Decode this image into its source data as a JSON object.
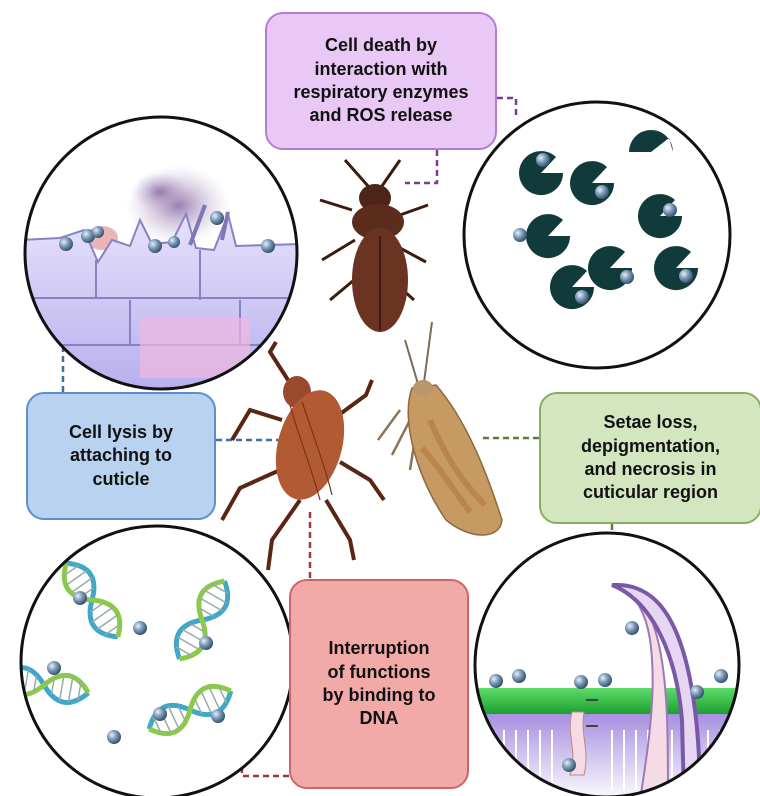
{
  "mechanisms": {
    "top": "Cell death by\ninteraction with\nrespiratory enzymes\nand ROS release",
    "left": "Cell lysis by\nattaching to\ncuticle",
    "right": "Setae loss,\ndepigmentation,\nand necrosis in\ncuticular region",
    "bottom": "Interruption\nof functions\nby binding to\nDNA"
  },
  "colors": {
    "top_fill": "#e9c8f5",
    "top_border": "#b77bd6",
    "left_fill": "#b8d2f0",
    "left_border": "#5e8ecb",
    "right_fill": "#d3e6bf",
    "right_border": "#8aab63",
    "bottom_fill": "#f2aaa8",
    "bottom_border": "#c96966",
    "nanoparticle": "#6f8fae",
    "enzyme": "#113a3a"
  }
}
